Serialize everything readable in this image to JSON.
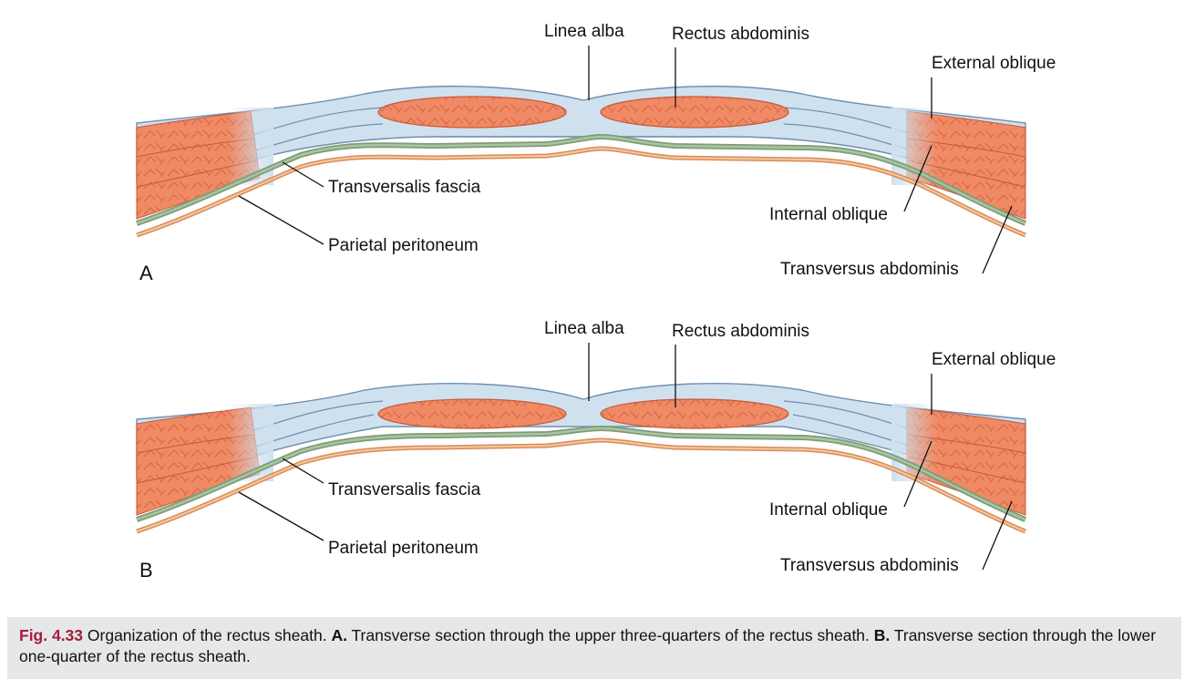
{
  "diagram": {
    "panels": [
      {
        "letter": "A",
        "labels": {
          "linea_alba": "Linea alba",
          "rectus_abdominis": "Rectus abdominis",
          "external_oblique": "External oblique",
          "internal_oblique": "Internal oblique",
          "transversus_abdominis": "Transversus abdominis",
          "transversalis_fascia": "Transversalis fascia",
          "parietal_peritoneum": "Parietal peritoneum"
        }
      },
      {
        "letter": "B",
        "labels": {
          "linea_alba": "Linea alba",
          "rectus_abdominis": "Rectus abdominis",
          "external_oblique": "External oblique",
          "internal_oblique": "Internal oblique",
          "transversus_abdominis": "Transversus abdominis",
          "transversalis_fascia": "Transversalis fascia",
          "parietal_peritoneum": "Parietal peritoneum"
        }
      }
    ],
    "colors": {
      "muscle": "#ef8a65",
      "muscle_dark": "#d9603e",
      "aponeurosis": "#cfe1ef",
      "aponeurosis_line": "#6f8fb0",
      "transversalis_fascia": "#8fb08a",
      "peritoneum": "#e8a870",
      "caption_bg": "#e6e7e8",
      "fig_number": "#a01e3c"
    }
  },
  "caption": {
    "fig_number": "Fig. 4.33",
    "title": "Organization of the rectus sheath.",
    "a_marker": "A.",
    "a_text": "Transverse section through the upper three-quarters of the rectus sheath.",
    "b_marker": "B.",
    "b_text": "Transverse section through the lower one-quarter of the rectus sheath."
  }
}
